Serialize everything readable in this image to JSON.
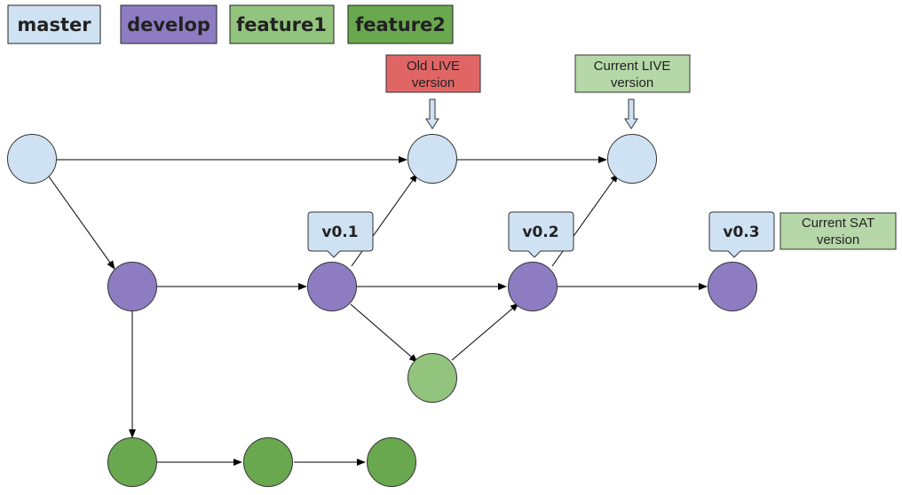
{
  "colors": {
    "master": "#cfe2f3",
    "develop": "#8e7cc3",
    "feature1": "#93c47d",
    "feature2": "#6aa84f",
    "old_live_note": "#e06666",
    "current_note": "#b6d7a8",
    "tag": "#cfe2f3"
  },
  "legend": {
    "master": "master",
    "develop": "develop",
    "feature1": "feature1",
    "feature2": "feature2"
  },
  "notes": {
    "old_live": [
      "Old LIVE",
      "version"
    ],
    "current_live": [
      "Current LIVE",
      "version"
    ],
    "current_sat": [
      "Current SAT",
      "version"
    ]
  },
  "tags": {
    "v01": "v0.1",
    "v02": "v0.2",
    "v03": "v0.3"
  },
  "branches": [
    {
      "name": "master",
      "commits": [
        "m1",
        "m2",
        "m3"
      ]
    },
    {
      "name": "develop",
      "commits": [
        "d1",
        "d2",
        "d3",
        "d4"
      ]
    },
    {
      "name": "feature1",
      "commits": [
        "f1a"
      ]
    },
    {
      "name": "feature2",
      "commits": [
        "f2a",
        "f2b",
        "f2c"
      ]
    }
  ],
  "edges": [
    [
      "m1",
      "m2"
    ],
    [
      "m2",
      "m3"
    ],
    [
      "m1",
      "d1"
    ],
    [
      "d1",
      "d2"
    ],
    [
      "d2",
      "d3"
    ],
    [
      "d3",
      "d4"
    ],
    [
      "d2",
      "m2"
    ],
    [
      "d3",
      "m3"
    ],
    [
      "d2",
      "f1a"
    ],
    [
      "f1a",
      "d3"
    ],
    [
      "d1",
      "f2a"
    ],
    [
      "f2a",
      "f2b"
    ],
    [
      "f2b",
      "f2c"
    ]
  ]
}
